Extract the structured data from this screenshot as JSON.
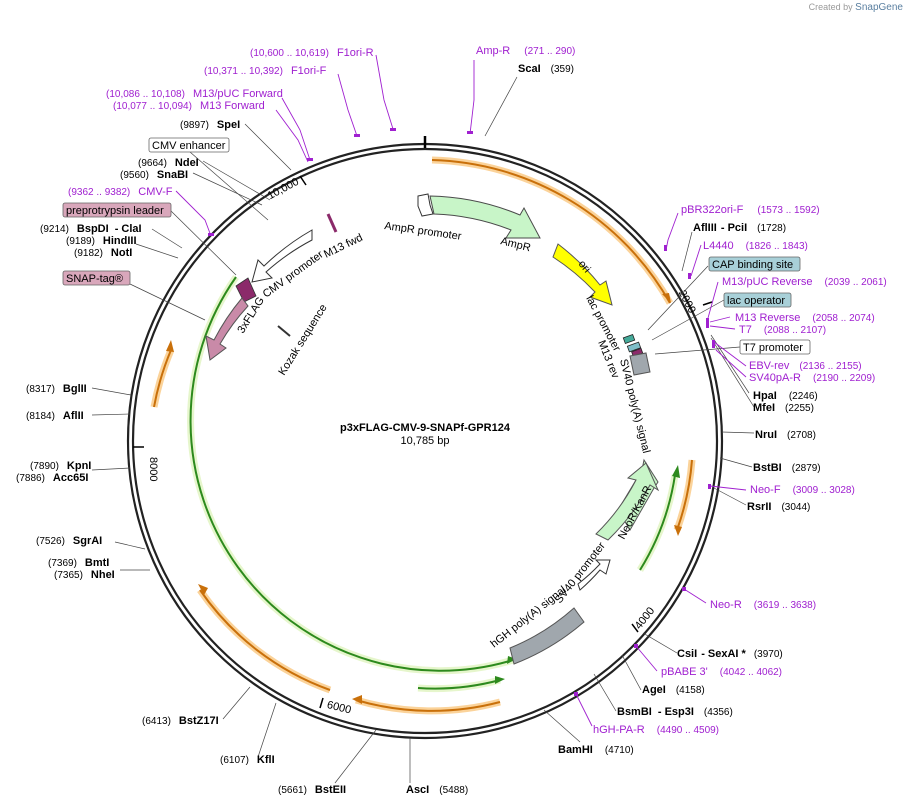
{
  "credit": {
    "prefix": "Created by",
    "brand": "SnapGene"
  },
  "map": {
    "name": "p3xFLAG-CMV-9-SNAPf-GPR124",
    "size": "10,785 bp"
  },
  "ticks": [
    "10,000",
    "2000",
    "4000",
    "6000",
    "8000"
  ],
  "sites": [
    {
      "name": "ScaI",
      "pos": "(359)"
    },
    {
      "name": "AflIII",
      "extra": "- PciI",
      "pos": "(1728)"
    },
    {
      "name": "HpaI",
      "pos": "(2246)"
    },
    {
      "name": "MfeI",
      "pos": "(2255)"
    },
    {
      "name": "NruI",
      "pos": "(2708)"
    },
    {
      "name": "BstBI",
      "pos": "(2879)"
    },
    {
      "name": "RsrII",
      "pos": "(3044)"
    },
    {
      "name": "CsiI",
      "extra": "- SexAI *",
      "pos": "(3970)"
    },
    {
      "name": "AgeI",
      "pos": "(4158)"
    },
    {
      "name": "BsmBI",
      "extra": "- Esp3I",
      "pos": "(4356)"
    },
    {
      "name": "BamHI",
      "pos": "(4710)"
    },
    {
      "name": "AscI",
      "pos": "(5488)"
    },
    {
      "name": "BstEII",
      "pos": "(5661)"
    },
    {
      "name": "KflI",
      "pos": "(6107)"
    },
    {
      "name": "BstZ17I",
      "pos": "(6413)"
    },
    {
      "name": "NheI",
      "pos": "(7365)"
    },
    {
      "name": "BmtI",
      "pos": "(7369)"
    },
    {
      "name": "SgrAI",
      "pos": "(7526)"
    },
    {
      "name": "Acc65I",
      "pos": "(7886)"
    },
    {
      "name": "KpnI",
      "pos": "(7890)"
    },
    {
      "name": "AflII",
      "pos": "(8184)"
    },
    {
      "name": "BglII",
      "pos": "(8317)"
    },
    {
      "name": "NotI",
      "pos": "(9182)"
    },
    {
      "name": "HindIII",
      "pos": "(9189)"
    },
    {
      "name": "BspDI",
      "extra": "- ClaI",
      "pos": "(9214)"
    },
    {
      "name": "SnaBI",
      "pos": "(9560)"
    },
    {
      "name": "NdeI",
      "pos": "(9664)"
    },
    {
      "name": "SpeI",
      "pos": "(9897)"
    }
  ],
  "primers": [
    {
      "name": "Amp-R",
      "pos": "(271 .. 290)"
    },
    {
      "name": "F1ori-R",
      "pos": "(10,600 .. 10,619)"
    },
    {
      "name": "F1ori-F",
      "pos": "(10,371 .. 10,392)"
    },
    {
      "name": "M13/pUC Forward",
      "pos": "(10,086 .. 10,108)"
    },
    {
      "name": "M13 Forward",
      "pos": "(10,077 .. 10,094)"
    },
    {
      "name": "CMV-F",
      "pos": "(9362 .. 9382)"
    },
    {
      "name": "pBR322ori-F",
      "pos": "(1573 .. 1592)"
    },
    {
      "name": "L4440",
      "pos": "(1826 .. 1843)"
    },
    {
      "name": "M13/pUC Reverse",
      "pos": "(2039 .. 2061)"
    },
    {
      "name": "M13 Reverse",
      "pos": "(2058 .. 2074)"
    },
    {
      "name": "T7",
      "pos": "(2088 .. 2107)"
    },
    {
      "name": "EBV-rev",
      "pos": "(2136 .. 2155)"
    },
    {
      "name": "SV40pA-R",
      "pos": "(2190 .. 2209)"
    },
    {
      "name": "Neo-F",
      "pos": "(3009 .. 3028)"
    },
    {
      "name": "Neo-R",
      "pos": "(3619 .. 3638)"
    },
    {
      "name": "pBABE 3'",
      "pos": "(4042 .. 4062)"
    },
    {
      "name": "hGH-PA-R",
      "pos": "(4490 .. 4509)"
    }
  ],
  "boxes": {
    "cmv_enhancer": "CMV enhancer",
    "preprotrypsin": "preprotrypsin leader",
    "snap_tag": "SNAP-tag®",
    "cap_site": "CAP binding site",
    "lac_operator": "lac operator",
    "t7_promoter": "T7 promoter"
  },
  "features": {
    "ampr_promoter": "AmpR promoter",
    "ampr": "AmpR",
    "ori": "ori",
    "lac_promoter": "lac promoter",
    "m13_rev": "M13 rev",
    "sv40_polya": "SV40 poly(A) signal",
    "neo": "NeoR/KanR",
    "sv40_promoter": "SV40 promoter",
    "hgh": "hGH poly(A) signal",
    "m13_fwd": "M13 fwd",
    "cmv_promoter": "CMV promoter",
    "flag": "3xFLAG",
    "kozak": "Kozak sequence"
  },
  "colors": {
    "backbone": "#222222",
    "primer": "#a020d0",
    "orf": "#2d8a1d",
    "orf_glow": "#e6f6cc",
    "orf_orange": "#c9700a",
    "orf_orange_glow": "#fbd39a",
    "ampr": "#c8f5c8",
    "ori": "#ffff00",
    "snap": "#c98aa8",
    "promoter": "#ffffff",
    "polya": "#a0a7ad",
    "box_blue": "#a8d0d8"
  }
}
